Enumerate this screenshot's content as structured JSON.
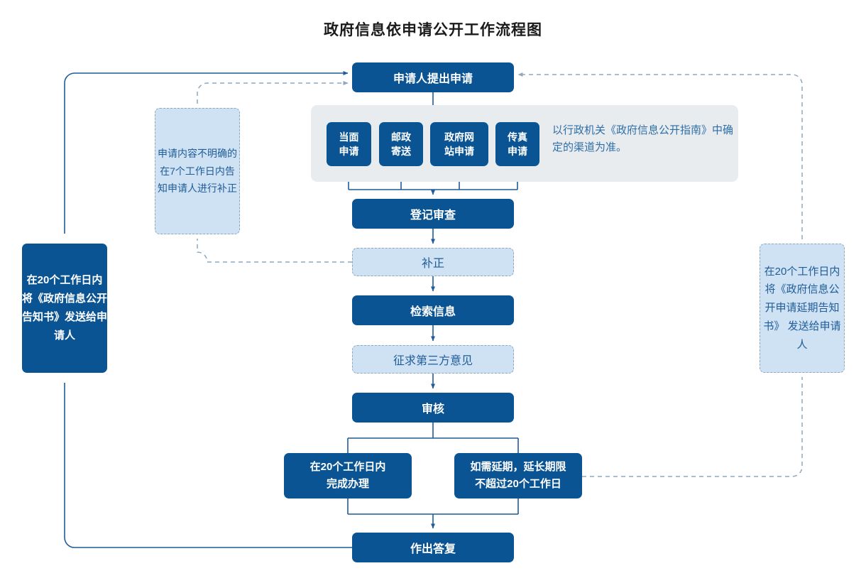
{
  "title": "政府信息依申请公开工作流程图",
  "colors": {
    "primary": "#0A5494",
    "light_fill": "#CFE2F3",
    "panel_bg": "#E8ECEF",
    "dashed_border": "#8FA8BE",
    "light_text": "#1F5C99",
    "note_text": "#2F6FA8",
    "connector": "#1F5C99"
  },
  "nodes": {
    "apply": "申请人提出申请",
    "register": "登记审查",
    "supplement": "补正",
    "retrieve": "检索信息",
    "third_party": "征求第三方意见",
    "review": "审核",
    "finish": "在20个工作日内\n完成办理",
    "extend": "如需延期，延长期限\n不超过20个工作日",
    "answer": "作出答复"
  },
  "channels": {
    "items": [
      "当面\n申请",
      "邮政\n寄送",
      "政府网\n站申请",
      "传真\n申请"
    ],
    "note": "以行政机关《政府信息公开指南》中确定的渠道为准。"
  },
  "side_notes": {
    "left": "在20个工作日内将《政府信息公开告知书》发送给申请人",
    "right": "在20个工作日内将《政府信息公开申请延期告知书》 发送给申请人",
    "fix": "申请内容不明确的在7个工作日内告知申请人进行补正"
  }
}
